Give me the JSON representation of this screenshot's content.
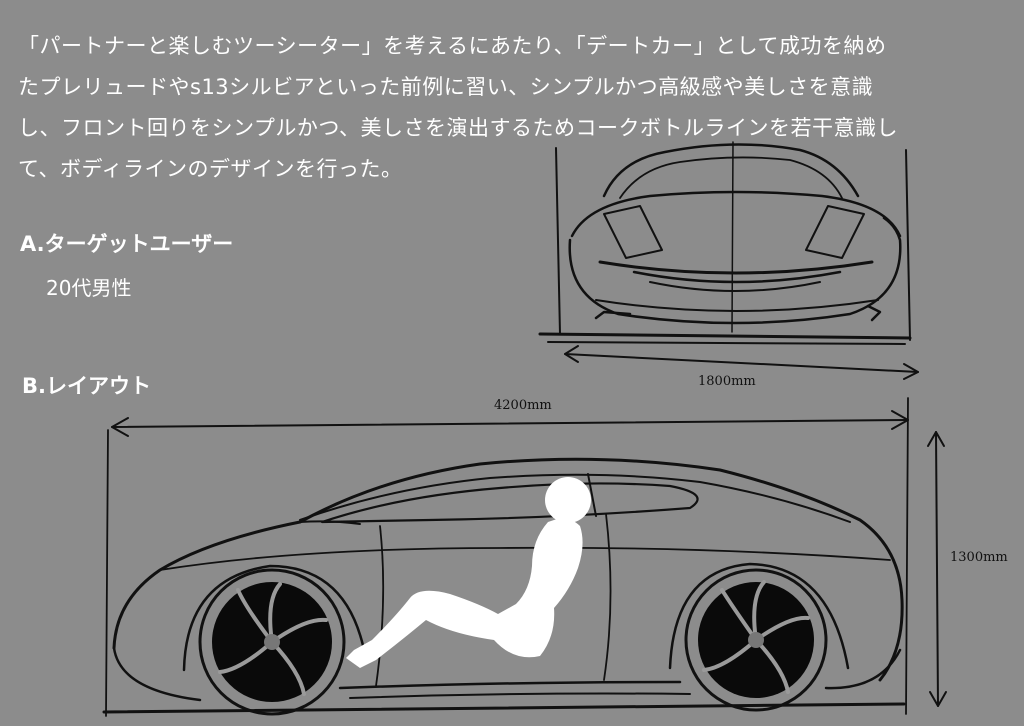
{
  "intro": {
    "lines": [
      "「パートナーと楽しむツーシーター」を考えるにあたり、「デートカー」として成功を納め",
      "たプレリュードやs13シルビアといった前例に習い、シンプルかつ高級感や美しさを意識",
      "し、フロント回りをシンプルかつ、美しさを演出するためコークボトルラインを若干意識し",
      "て、ボディラインのデザインを行った。"
    ]
  },
  "section_a": {
    "heading": "A.ターゲットユーザー",
    "value": "20代男性"
  },
  "section_b": {
    "heading": "B.レイアウト"
  },
  "dimensions": {
    "width": "1800mm",
    "length": "4200mm",
    "height": "1300mm"
  },
  "colors": {
    "background": "#8c8c8c",
    "ink": "#111111",
    "figure": "#ffffff"
  }
}
